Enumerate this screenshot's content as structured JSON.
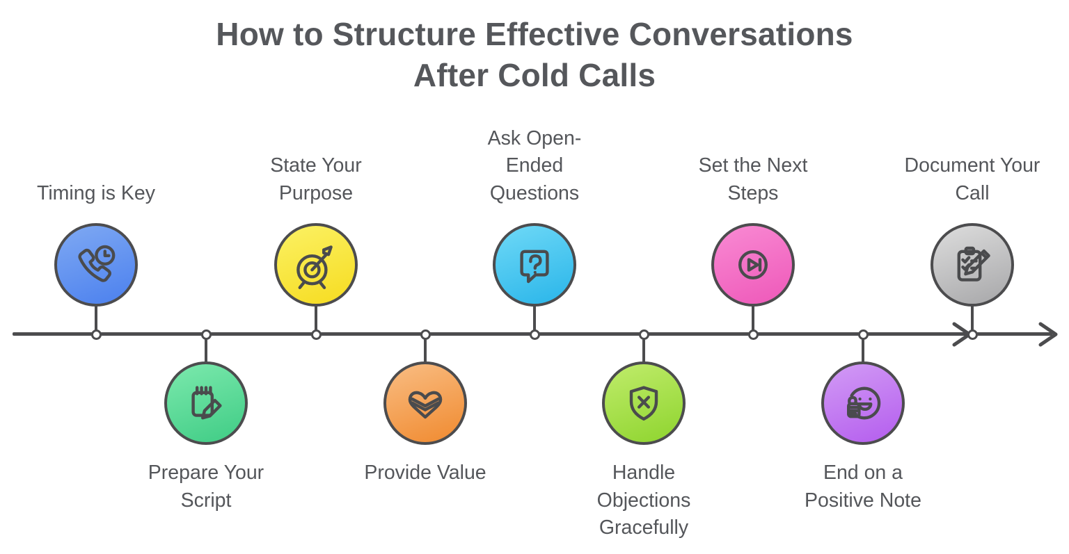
{
  "title": {
    "line1": "How to Structure Effective Conversations",
    "line2": "After Cold Calls"
  },
  "colors": {
    "stroke": "#4c4c4e",
    "title_text": "#55575b",
    "label_text": "#54565a",
    "node_fill": "#ffffff"
  },
  "steps": [
    {
      "label": "Timing is Key",
      "icon": "phone-clock-icon",
      "side": "above",
      "colors": [
        "#7fa9f3",
        "#4b80ee"
      ]
    },
    {
      "label": "Prepare Your\nScript",
      "icon": "notepad-pencil-icon",
      "side": "below",
      "colors": [
        "#7ce9ad",
        "#3fcc85"
      ]
    },
    {
      "label": "State Your\nPurpose",
      "icon": "target-arrow-icon",
      "side": "above",
      "colors": [
        "#fbf164",
        "#f6dc20"
      ]
    },
    {
      "label": "Provide Value",
      "icon": "heart-box-icon",
      "side": "below",
      "colors": [
        "#f9bd83",
        "#f08a2f"
      ]
    },
    {
      "label": "Ask Open-\nEnded\nQuestions",
      "icon": "question-bubble-icon",
      "side": "above",
      "colors": [
        "#6fd9f7",
        "#29b5e9"
      ]
    },
    {
      "label": "Handle\nObjections\nGracefully",
      "icon": "shield-x-icon",
      "side": "below",
      "colors": [
        "#c0ec6b",
        "#8ed42e"
      ]
    },
    {
      "label": "Set the Next\nSteps",
      "icon": "next-step-icon",
      "side": "above",
      "colors": [
        "#f98ad3",
        "#ee58b9"
      ]
    },
    {
      "label": "End on a\nPositive Note",
      "icon": "smiley-thumbs-up-icon",
      "side": "below",
      "colors": [
        "#d29bf5",
        "#b45dee"
      ]
    },
    {
      "label": "Document Your\nCall",
      "icon": "clipboard-pencil-icon",
      "side": "above",
      "colors": [
        "#dddddd",
        "#a7a7a9"
      ]
    }
  ]
}
